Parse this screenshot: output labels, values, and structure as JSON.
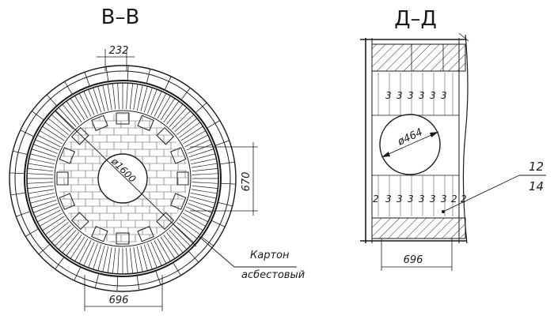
{
  "views": {
    "section_left": {
      "title": "В–В"
    },
    "section_right": {
      "title": "Д–Д"
    }
  },
  "dimensions": {
    "left_top_width": "232",
    "left_diameter": "ø1600",
    "left_height": "670",
    "left_bottom_width": "696",
    "right_opening": "ø464",
    "right_bottom_width": "696"
  },
  "annotation": {
    "material_line1": "Картон",
    "material_line2": "асбестовый"
  },
  "positions": {
    "upper": "12",
    "lower": "14"
  },
  "brick_marks": {
    "row_top": [
      "3",
      "3",
      "3",
      "3",
      "3",
      "3"
    ],
    "row_bottom": [
      "2",
      "3",
      "3",
      "3",
      "3",
      "3",
      "3",
      "2",
      "2"
    ]
  }
}
